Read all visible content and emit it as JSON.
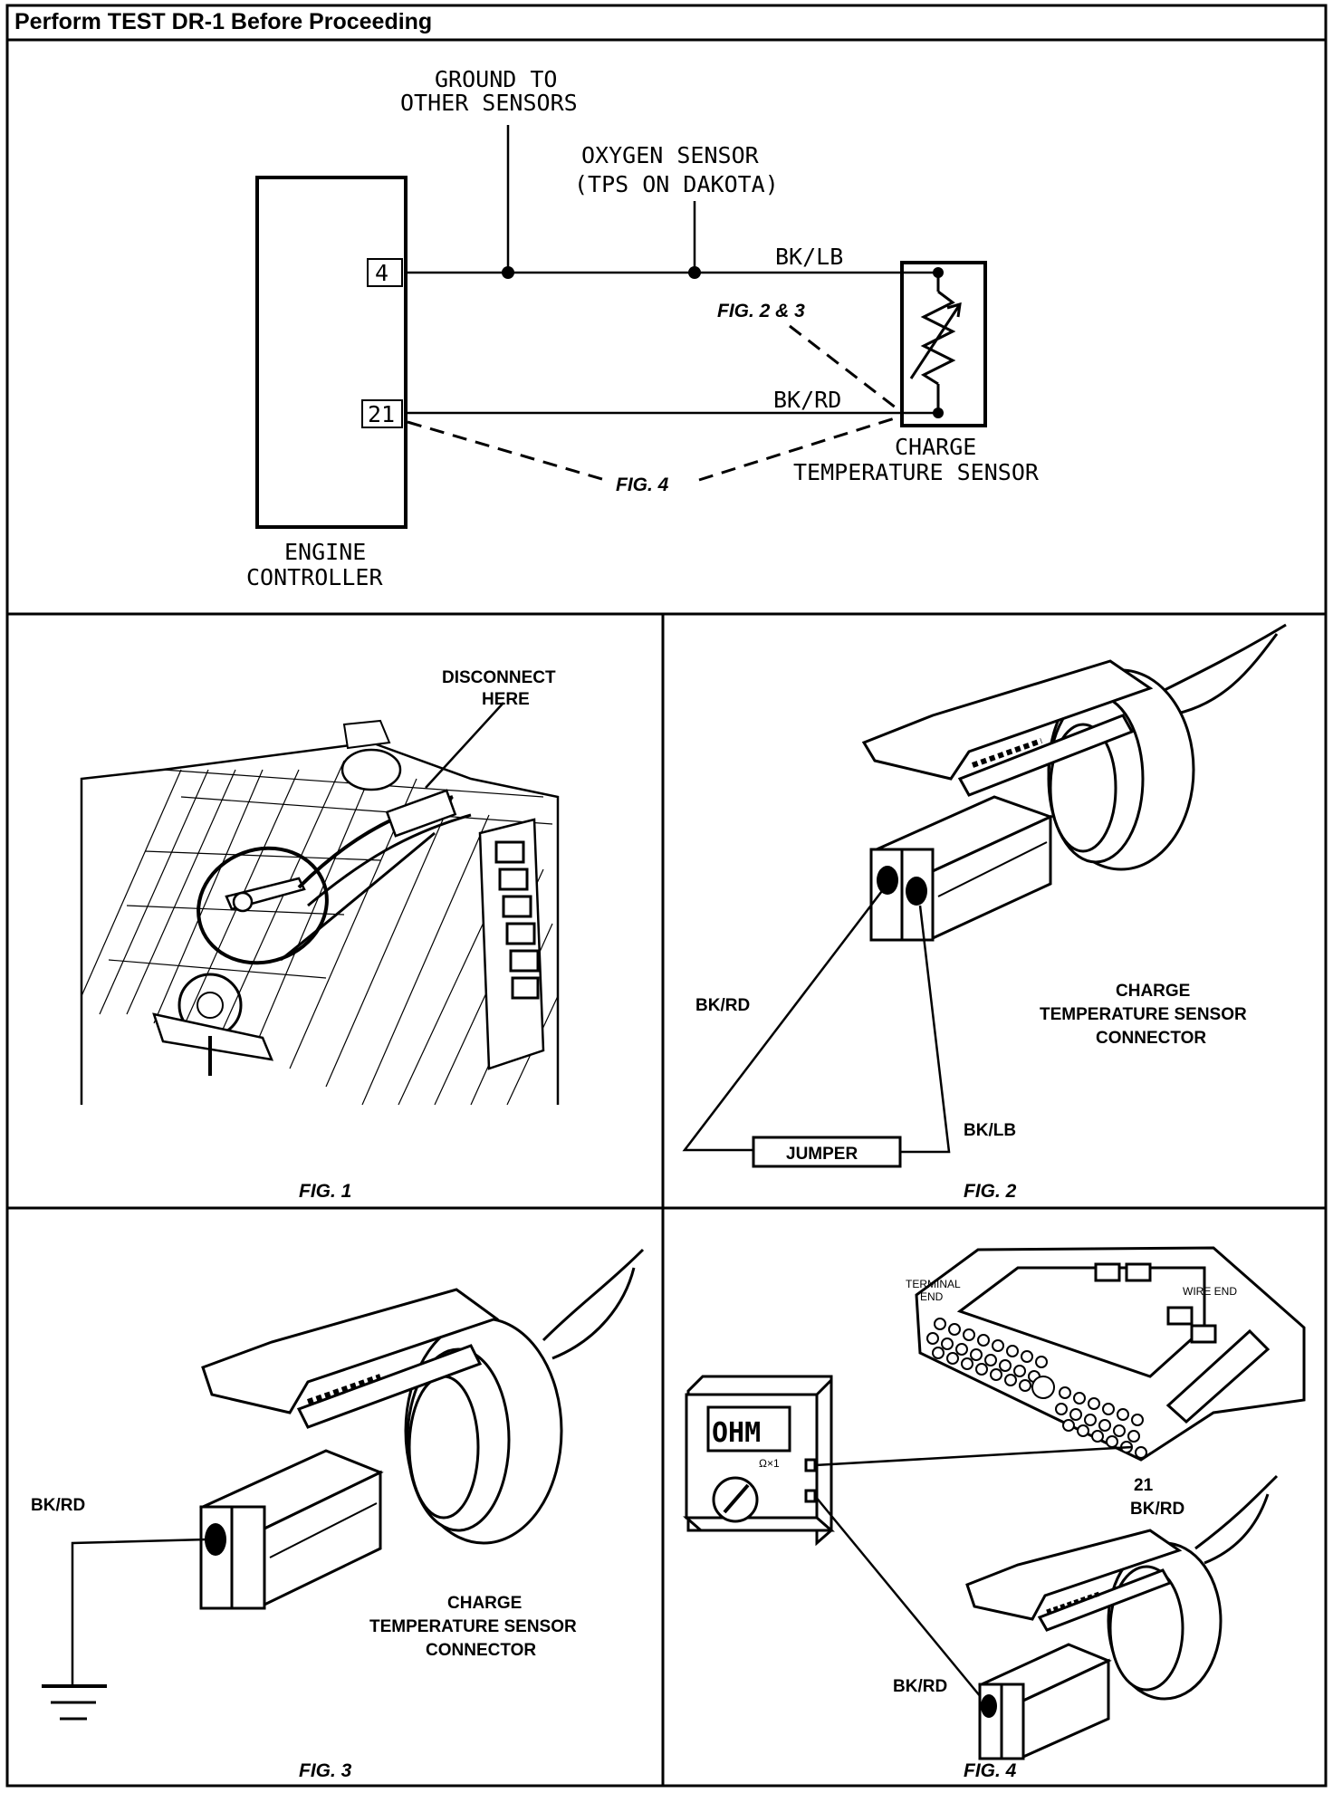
{
  "header": {
    "title": "Perform TEST DR-1 Before Proceeding"
  },
  "schematic": {
    "ground_label_line1": "GROUND TO",
    "ground_label_line2": "OTHER SENSORS",
    "oxygen_label_line1": "OXYGEN SENSOR",
    "oxygen_label_line2": "(TPS ON DAKOTA)",
    "pin_4": "4",
    "pin_21": "21",
    "wire_top": "BK/LB",
    "wire_bottom": "BK/RD",
    "fig_ref_top": "FIG. 2 & 3",
    "fig_ref_bottom": "FIG. 4",
    "sensor_label_line1": "CHARGE",
    "sensor_label_line2": "TEMPERATURE SENSOR",
    "controller_label_line1": "ENGINE",
    "controller_label_line2": "CONTROLLER"
  },
  "fig1": {
    "callout_line1": "DISCONNECT",
    "callout_line2": "HERE",
    "caption": "FIG. 1"
  },
  "fig2": {
    "wire_left": "BK/RD",
    "wire_right": "BK/LB",
    "jumper": "JUMPER",
    "label_line1": "CHARGE",
    "label_line2": "TEMPERATURE SENSOR",
    "label_line3": "CONNECTOR",
    "caption": "FIG. 2"
  },
  "fig3": {
    "wire": "BK/RD",
    "label_line1": "CHARGE",
    "label_line2": "TEMPERATURE SENSOR",
    "label_line3": "CONNECTOR",
    "caption": "FIG. 3"
  },
  "fig4": {
    "terminal_end_line1": "TERMINAL",
    "terminal_end_line2": "END",
    "wire_end": "WIRE END",
    "meter_display": "OHM",
    "meter_range": "Ω×1",
    "pin_number": "21",
    "pin_wire": "BK/RD",
    "probe_wire": "BK/RD",
    "caption": "FIG. 4"
  }
}
